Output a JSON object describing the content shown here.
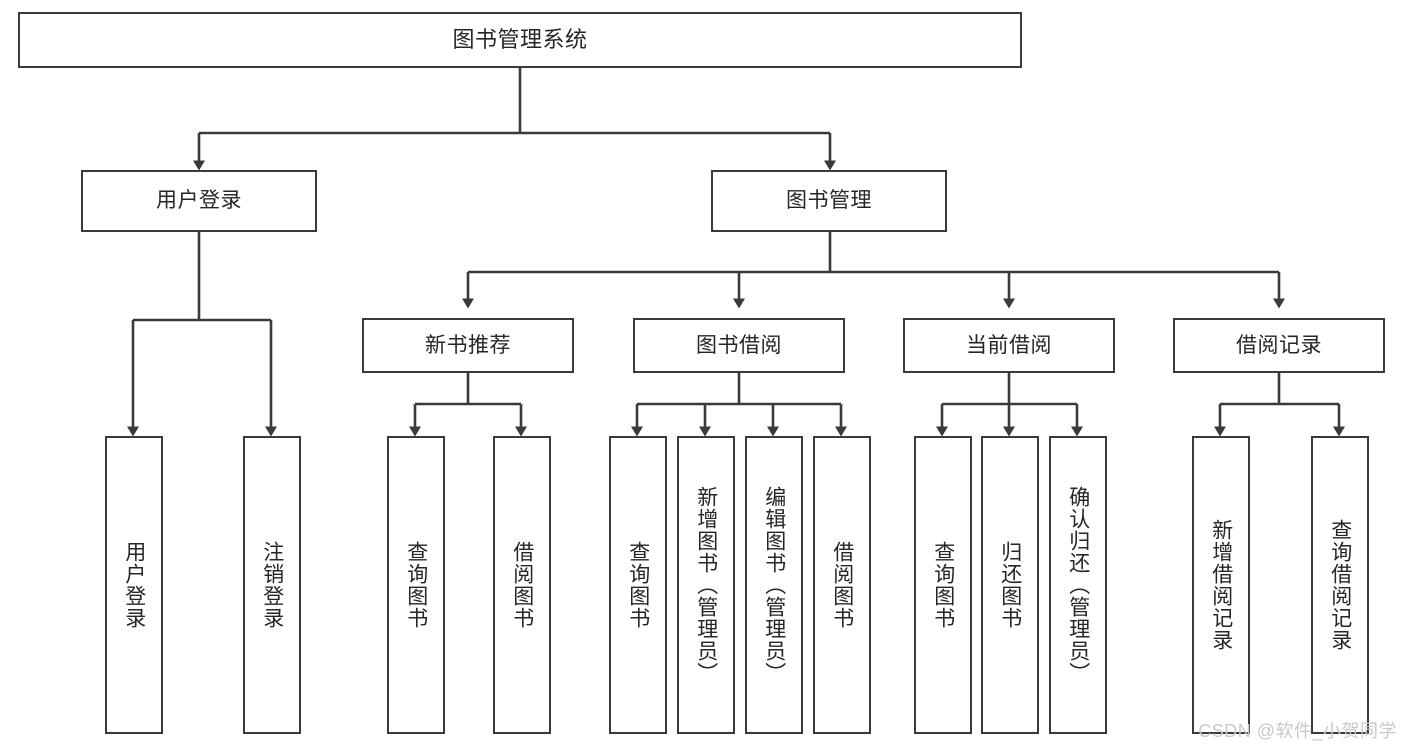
{
  "diagram": {
    "title": "图书管理系统",
    "type": "tree-hierarchy-chart",
    "colors": {
      "stroke": "#3a3a3a",
      "fill": "#ffffff",
      "text": "#262626",
      "watermark": "#c9c9c9"
    }
  },
  "root": {
    "label": "图书管理系统"
  },
  "level2": [
    {
      "label": "用户登录"
    },
    {
      "label": "图书管理"
    }
  ],
  "level3": [
    {
      "label": "新书推荐"
    },
    {
      "label": "图书借阅"
    },
    {
      "label": "当前借阅"
    },
    {
      "label": "借阅记录"
    }
  ],
  "leaves": {
    "user_login": [
      {
        "label": "用户登录"
      },
      {
        "label": "注销登录"
      }
    ],
    "new_book_recommend": [
      {
        "label": "查询图书"
      },
      {
        "label": "借阅图书"
      }
    ],
    "book_borrow": [
      {
        "label": "查询图书"
      },
      {
        "label": "新增图书（管理员）"
      },
      {
        "label": "编辑图书（管理员）"
      },
      {
        "label": "借阅图书"
      }
    ],
    "current_borrow": [
      {
        "label": "查询图书"
      },
      {
        "label": "归还图书"
      },
      {
        "label": "确认归还（管理员）"
      }
    ],
    "borrow_record": [
      {
        "label": "新增借阅记录"
      },
      {
        "label": "查询借阅记录"
      }
    ]
  },
  "watermark": {
    "text": "CSDN @软件_小贺同学"
  }
}
